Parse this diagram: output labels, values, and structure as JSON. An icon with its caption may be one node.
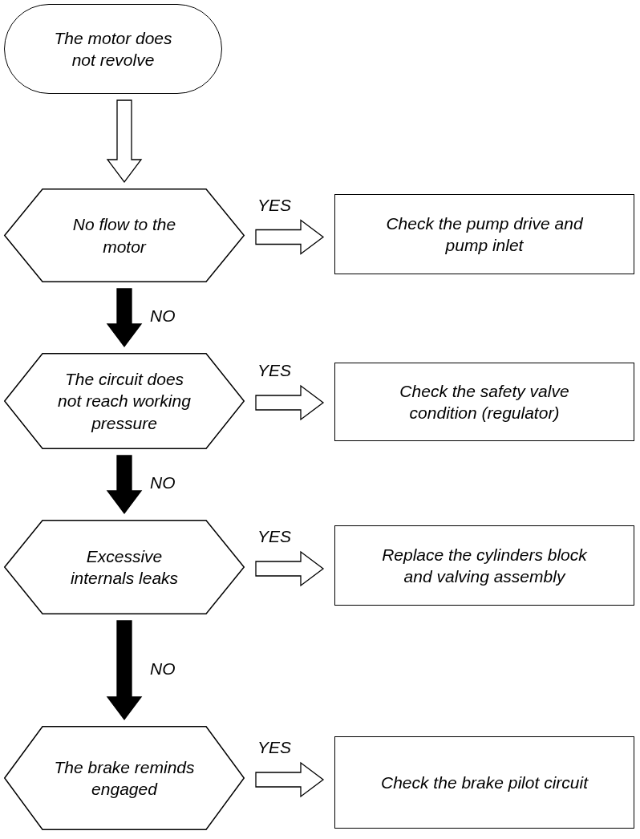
{
  "diagram": {
    "nodes": [
      {
        "text": [
          "The motor does not revolve"
        ]
      },
      {
        "text": [
          "No flow to the motor"
        ]
      },
      {
        "text": [
          "Check the pump drive and pump inlet"
        ]
      },
      {
        "text": [
          "The circuit does not reach working pressure"
        ]
      },
      {
        "text": [
          "Check the safety valve condition (regulator)"
        ]
      },
      {
        "text": [
          "Excessive internals leaks"
        ]
      },
      {
        "text": [
          "Replace the cylinders block and valving assembly"
        ]
      },
      {
        "text": [
          "The brake reminds engaged"
        ]
      },
      {
        "text": [
          "Check the brake pilot circuit"
        ]
      }
    ],
    "edges": [
      {
        "from": 0,
        "to": 1,
        "arrow": "to"
      },
      {
        "from": 1,
        "to": 2,
        "arrow": "to",
        "label": "YES"
      },
      {
        "from": 1,
        "to": 3,
        "arrow": "to",
        "label": "NO",
        "style": "thick"
      },
      {
        "from": 3,
        "to": 4,
        "arrow": "to",
        "label": "YES"
      },
      {
        "from": 3,
        "to": 5,
        "arrow": "to",
        "label": "NO",
        "style": "thick"
      },
      {
        "from": 5,
        "to": 6,
        "arrow": "to",
        "label": "YES"
      },
      {
        "from": 5,
        "to": 7,
        "arrow": "to",
        "label": "NO",
        "style": "thick"
      },
      {
        "from": 7,
        "to": 8,
        "arrow": "to",
        "label": "YES"
      }
    ]
  }
}
